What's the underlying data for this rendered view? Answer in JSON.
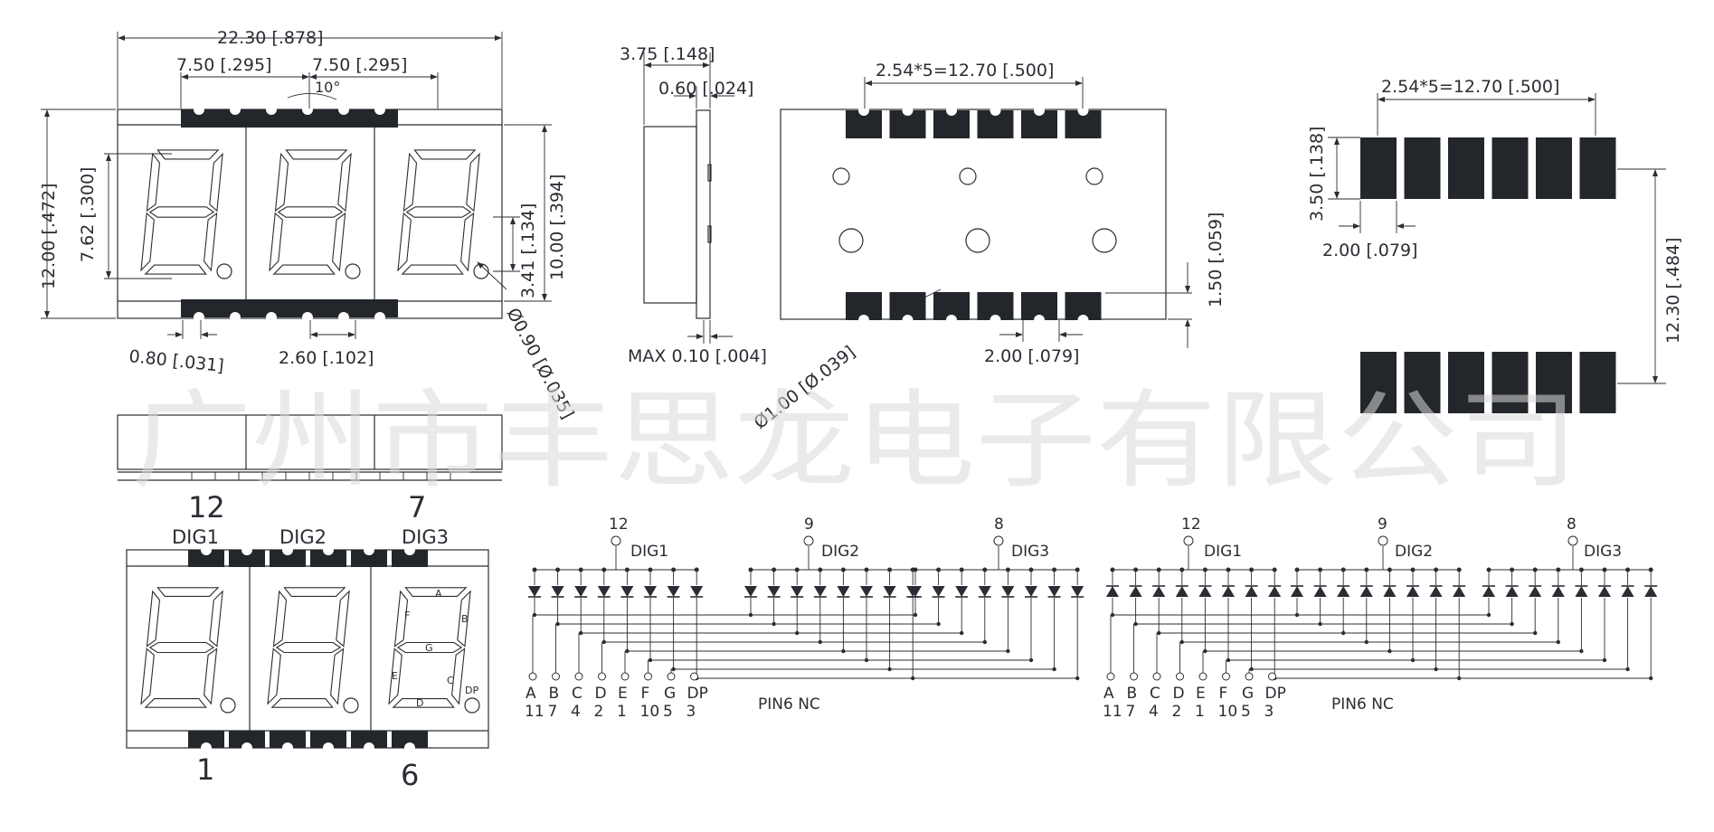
{
  "front_view": {
    "overall_width": "22.30 [.878]",
    "pitch_left": "7.50 [.295]",
    "pitch_right": "7.50 [.295]",
    "angle": "10°",
    "height": "12.00 [.472]",
    "digit_height": "7.62 [.300]",
    "segment_height": "10.00 [.394]",
    "dp_offset": "3.41 [.134]",
    "pin_width": "0.80 [.031]",
    "pin_gap": "2.60 [.102]",
    "dp_dia": "Ø0.90 [Ø.035]"
  },
  "side_view": {
    "depth": "3.75 [.148]",
    "thickness": "0.60 [.024]",
    "max_flatness": "MAX  0.10 [.004]"
  },
  "back_view": {
    "pin_span": "2.54*5=12.70 [.500]",
    "hole_dia": "Ø1.00 [Ø.039]",
    "pad_width": "2.00 [.079]",
    "pad_offset": "1.50 [.059]"
  },
  "footprint": {
    "pin_span": "2.54*5=12.70 [.500]",
    "pad_length": "3.50 [.138]",
    "pad_width": "2.00 [.079]",
    "row_spacing": "12.30 [.484]"
  },
  "pin_diagram": {
    "pin_top_left": "12",
    "pin_top_right": "7",
    "pin_bottom_left": "1",
    "pin_bottom_right": "6",
    "digits": [
      "DIG1",
      "DIG2",
      "DIG3"
    ],
    "segments": [
      "A",
      "B",
      "C",
      "D",
      "E",
      "F",
      "G",
      "DP"
    ]
  },
  "circuit_common_anode": {
    "digit_pins": [
      {
        "pin": "12",
        "name": "DIG1"
      },
      {
        "pin": "9",
        "name": "DIG2"
      },
      {
        "pin": "8",
        "name": "DIG3"
      }
    ],
    "segment_labels": [
      "A",
      "B",
      "C",
      "D",
      "E",
      "F",
      "G",
      "DP"
    ],
    "segment_pins": [
      "11",
      "7",
      "4",
      "2",
      "1",
      "10",
      "5",
      "3"
    ],
    "note": "PIN6   NC"
  },
  "circuit_common_cathode": {
    "digit_pins": [
      {
        "pin": "12",
        "name": "DIG1"
      },
      {
        "pin": "9",
        "name": "DIG2"
      },
      {
        "pin": "8",
        "name": "DIG3"
      }
    ],
    "segment_labels": [
      "A",
      "B",
      "C",
      "D",
      "E",
      "F",
      "G",
      "DP"
    ],
    "segment_pins": [
      "11",
      "7",
      "4",
      "2",
      "1",
      "10",
      "5",
      "3"
    ],
    "note": "PIN6   NC"
  },
  "watermark": "广州市丰思龙电子有限公司"
}
